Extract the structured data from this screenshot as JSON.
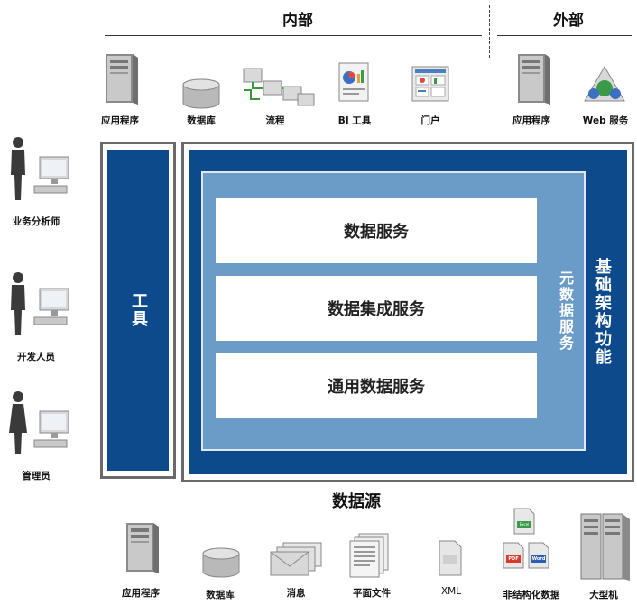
{
  "headers": {
    "internal": "内部",
    "external": "外部",
    "data_sources": "数据源"
  },
  "internal_items": [
    {
      "label": "应用程序",
      "icon": "server-icon"
    },
    {
      "label": "数据库",
      "icon": "database-icon"
    },
    {
      "label": "流程",
      "icon": "process-icon"
    },
    {
      "label": "BI 工具",
      "icon": "bi-tools-icon"
    },
    {
      "label": "门户",
      "icon": "portal-icon"
    }
  ],
  "external_items": [
    {
      "label": "应用程序",
      "icon": "server-icon"
    },
    {
      "label": "Web 服务",
      "icon": "web-service-icon"
    }
  ],
  "users": [
    {
      "label": "业务分析师",
      "icon": "analyst-workstation-icon"
    },
    {
      "label": "开发人员",
      "icon": "developer-workstation-icon"
    },
    {
      "label": "管理员",
      "icon": "admin-workstation-icon"
    }
  ],
  "blocks": {
    "tools": "工具",
    "infrastructure": "基础架构功能",
    "metadata_services": "元数据服务",
    "services": [
      "数据服务",
      "数据集成服务",
      "通用数据服务"
    ]
  },
  "source_items": [
    {
      "label": "应用程序",
      "icon": "server-icon"
    },
    {
      "label": "数据库",
      "icon": "database-icon"
    },
    {
      "label": "消息",
      "icon": "messages-icon"
    },
    {
      "label": "平面文件",
      "icon": "flat-files-icon"
    },
    {
      "label": "XML",
      "icon": "xml-file-icon"
    },
    {
      "label": "非结构化数据",
      "icon": "unstructured-data-icon"
    },
    {
      "label": "大型机",
      "icon": "mainframe-icon"
    }
  ],
  "doc_tags": {
    "excel": "Excel",
    "pdf": "PDF",
    "word": "Word"
  }
}
